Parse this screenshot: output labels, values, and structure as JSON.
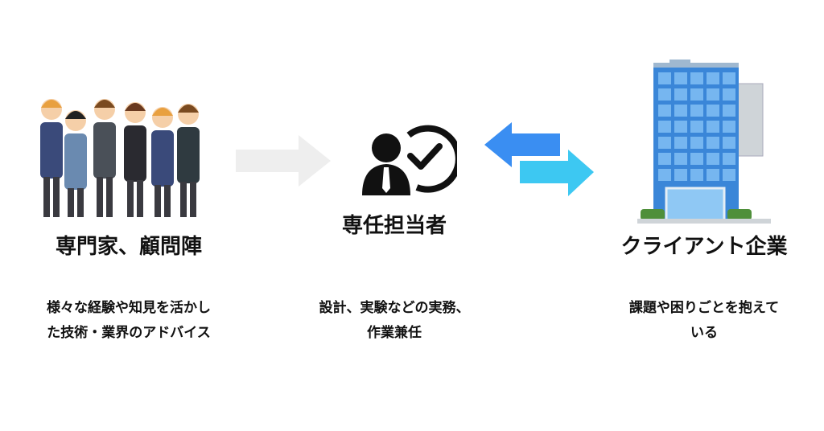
{
  "left": {
    "title": "専門家、顧問陣",
    "desc_line1": "様々な経験や知見を活かし",
    "desc_line2": "た技術・業界のアドバイス",
    "icon": "people-group-icon"
  },
  "middle": {
    "title": "専任担当者",
    "desc_line1": "設計、実験などの実務、",
    "desc_line2": "作業兼任",
    "icon": "person-check-icon"
  },
  "right": {
    "title": "クライアント企業",
    "desc_line1": "課題や困りごとを抱えて",
    "desc_line2": "いる",
    "icon": "office-building-icon"
  },
  "colors": {
    "gray_arrow": "#eeeeee",
    "blue_left_arrow": "#3a8ef2",
    "cyan_right_arrow": "#3dc8f2",
    "building_glass": "#3a86d8"
  }
}
